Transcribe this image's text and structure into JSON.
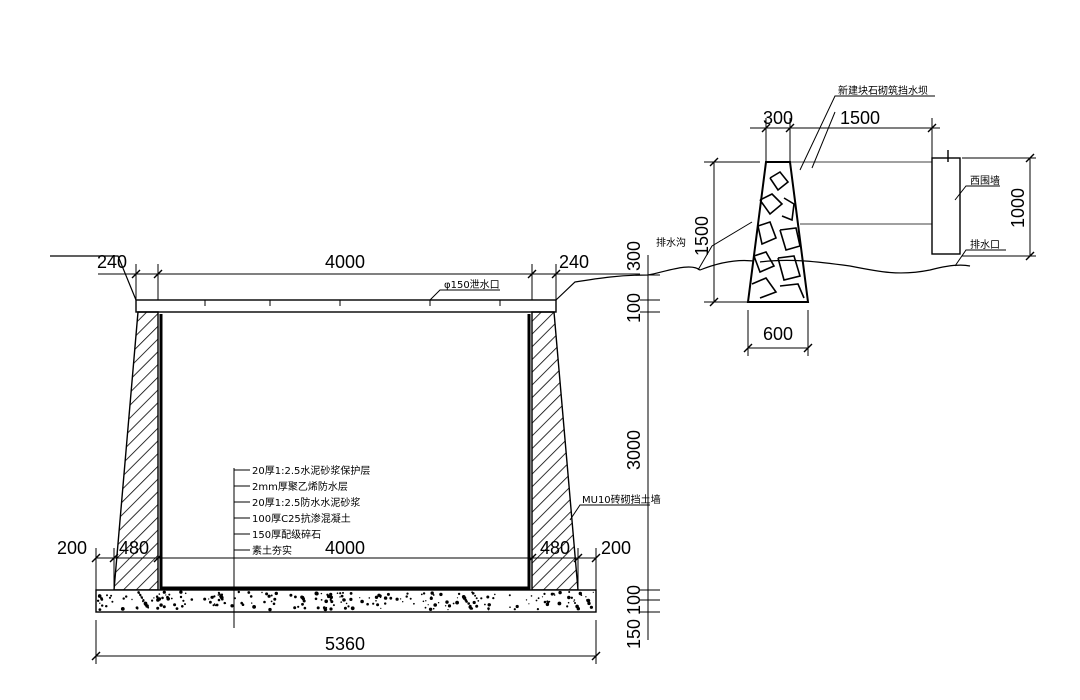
{
  "section": {
    "top_width": "4000",
    "wall_top_left": "240",
    "wall_top_right": "240",
    "pipe_label": "φ150泄水口",
    "height_main": "3000",
    "height_cover": "300",
    "height_slab_top": "100",
    "height_slab_bottom": "100",
    "height_base": "150",
    "bottom_inner": "4000",
    "wall_bottom_left": "480",
    "wall_bottom_right": "480",
    "toe_left": "200",
    "toe_right": "200",
    "total_width": "5360",
    "wall_label": "MU10砖砌挡土墙",
    "layers": [
      "20厚1:2.5水泥砂浆保护层",
      "2mm厚聚乙烯防水层",
      "20厚1:2.5防水水泥砂浆",
      "100厚C25抗渗混凝土",
      "150厚配级碎石",
      "素土夯实"
    ]
  },
  "dam": {
    "title": "新建块石砌筑挡水坝",
    "top_width": "300",
    "offset": "1500",
    "height": "1500",
    "base_width": "600",
    "ditch_label": "排水沟",
    "wall_label": "西围墙",
    "outlet_label": "排水口",
    "wall_height": "1000"
  }
}
